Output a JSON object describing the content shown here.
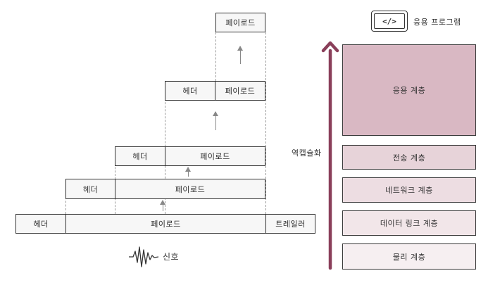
{
  "stack": {
    "row_app": {
      "payload": "페이로드"
    },
    "row_transport": {
      "header": "헤더",
      "payload": "페이로드"
    },
    "row_network": {
      "header": "헤더",
      "payload": "페이로드"
    },
    "row_link": {
      "header": "헤더",
      "payload": "페이로드"
    },
    "row_physical": {
      "header": "헤더",
      "payload": "페이로드",
      "trailer": "트레일러"
    }
  },
  "signal_label": "신호",
  "encapsulation_label": "역캡슐화",
  "app_program": {
    "icon": "code-icon",
    "label": "응용 프로그램"
  },
  "layers": [
    {
      "label": "응용 계층",
      "color": "#d9b8c3"
    },
    {
      "label": "전송 계층",
      "color": "#e7d3d9"
    },
    {
      "label": "네트워크 계층",
      "color": "#eddde2"
    },
    {
      "label": "데이터 링크 계층",
      "color": "#f2e6e9"
    },
    {
      "label": "물리 계층",
      "color": "#f6eff1"
    }
  ],
  "colors": {
    "arrow_accent": "#8a3f5a"
  }
}
